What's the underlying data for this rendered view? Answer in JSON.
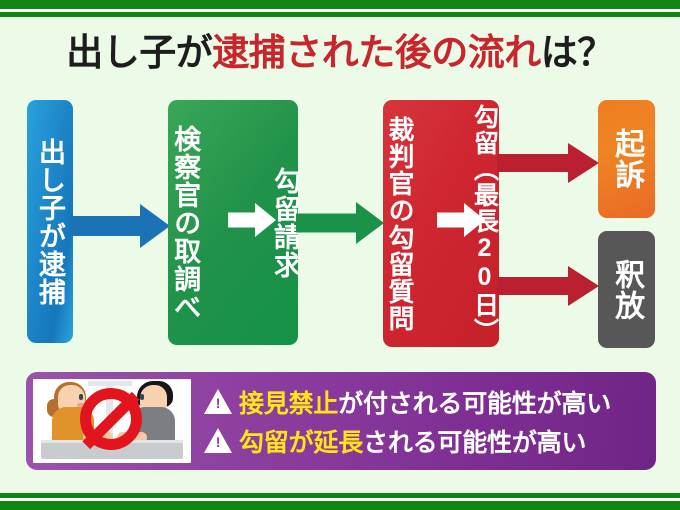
{
  "page": {
    "background_color": "#ecfbe8",
    "border_color": "#118511"
  },
  "title": {
    "lead": "出し子が",
    "highlight": "逮捕された後の流れ",
    "tail": "は？",
    "highlight_color": "#c8262c",
    "base_color": "#1d1d1d"
  },
  "flow": {
    "boxes": [
      {
        "id": "arrest",
        "label": "出し子が逮捕",
        "color": "#1d86c9"
      },
      {
        "id": "prosecutor",
        "label": "検察官の取調べ",
        "color": "#21924a"
      },
      {
        "id": "detention_request",
        "label": "勾留請求",
        "color": "#21924a"
      },
      {
        "id": "judge",
        "label": "裁判官の勾留質問",
        "color": "#cf2630"
      },
      {
        "id": "detention",
        "label": "勾留（最長20日）",
        "color": "#cf2630"
      },
      {
        "id": "indict",
        "label": "起訴",
        "color": "#ef8423"
      },
      {
        "id": "release",
        "label": "釈放",
        "color": "#575757"
      }
    ],
    "arrows": [
      {
        "id": "arrest-to-prosecutor",
        "color": "#1b72b5"
      },
      {
        "id": "prosecutor-to-request",
        "color": "#ffffff"
      },
      {
        "id": "request-to-judge",
        "color": "#1a9348"
      },
      {
        "id": "judge-to-detention",
        "color": "#ffffff"
      },
      {
        "id": "detention-to-indict",
        "color": "#bb2030"
      },
      {
        "id": "detention-to-release",
        "color": "#bb2030"
      }
    ]
  },
  "notice": {
    "panel_color": "#8d3f9f",
    "illustration_name": "visitation-prohibited-illustration",
    "lines": [
      {
        "icon": "warning-triangle-icon",
        "highlight": "接見禁止",
        "rest": "が付される可能性が高い"
      },
      {
        "icon": "warning-triangle-icon",
        "highlight": "勾留が延長",
        "rest": "される可能性が高い"
      }
    ],
    "highlight_color": "#ffe518",
    "text_color": "#ffffff"
  }
}
